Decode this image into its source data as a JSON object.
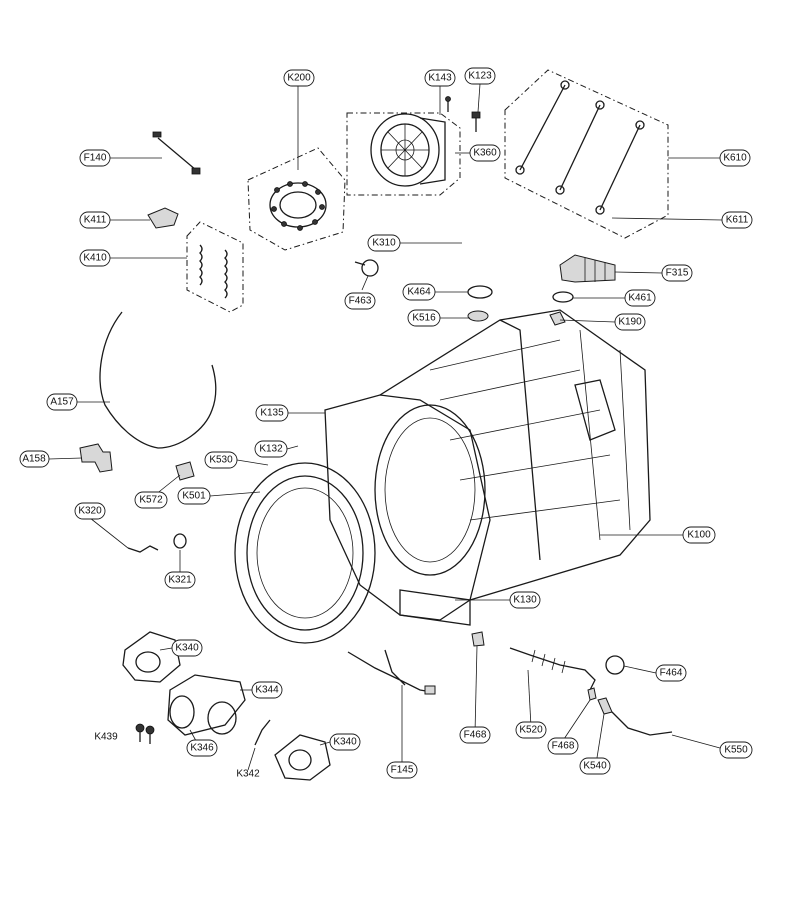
{
  "labels": {
    "K200": "K200",
    "K143": "K143",
    "K123": "K123",
    "F140": "F140",
    "K360": "K360",
    "K610": "K610",
    "K411": "K411",
    "K611": "K611",
    "K410": "K410",
    "K310": "K310",
    "F315": "F315",
    "K464": "K464",
    "F463": "F463",
    "K461": "K461",
    "K516": "K516",
    "K190": "K190",
    "A157": "A157",
    "K135": "K135",
    "K132": "K132",
    "A158": "A158",
    "K530": "K530",
    "K572": "K572",
    "K501": "K501",
    "K100": "K100",
    "K320": "K320",
    "K321": "K321",
    "K130": "K130",
    "K340": "K340",
    "F464": "F464",
    "K344": "K344",
    "K439": "K439",
    "K520": "K520",
    "F468": "F468",
    "K346": "K346",
    "K550": "K550",
    "K342": "K342",
    "F145": "F145",
    "K540": "K540"
  }
}
